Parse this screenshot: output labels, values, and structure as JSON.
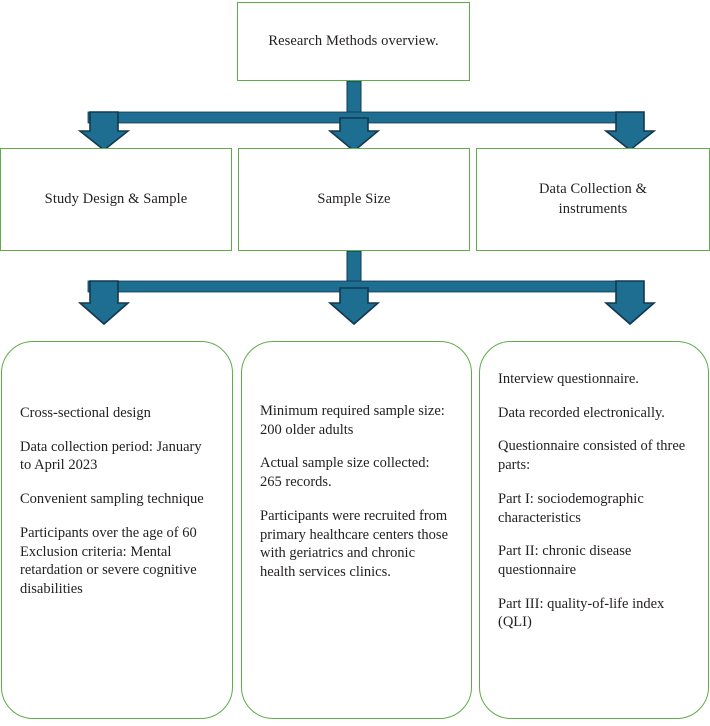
{
  "diagram": {
    "title": "Research Methods overview.",
    "palette": {
      "box_border_green": "#5fac4a",
      "connector_fill": "#1d6e91",
      "connector_stroke": "#13384f",
      "text": "#231f20",
      "background": "#ffffff"
    },
    "top_node": {
      "label": "Research Methods overview."
    },
    "mid_nodes": [
      {
        "label": "Study Design & Sample"
      },
      {
        "label": "Sample Size"
      },
      {
        "label": "Data Collection &\ninstruments"
      }
    ],
    "bottom_nodes": [
      {
        "name": "study-design-details",
        "paragraphs": [
          "Cross-sectional design",
          "Data collection period: January to April 2023",
          "Convenient sampling technique",
          "Participants over the age of 60",
          "Exclusion criteria: Mental retardation or severe cognitive disabilities"
        ]
      },
      {
        "name": "sample-size-details",
        "paragraphs": [
          "Minimum required sample size: 200 older adults",
          "Actual sample size collected: 265 records.",
          "Participants were recruited from primary healthcare centers those with geriatrics and chronic health services clinics."
        ]
      },
      {
        "name": "data-collection-details",
        "paragraphs": [
          "Interview questionnaire.",
          "Data recorded electronically.",
          "Questionnaire consisted of three parts:",
          "Part I: sociodemographic characteristics",
          "Part II: chronic disease questionnaire",
          "Part III: quality-of-life index (QLI)"
        ]
      }
    ],
    "connectors": [
      {
        "name": "top-to-mid-bus",
        "from": "Research Methods overview.",
        "to": [
          "Study Design & Sample",
          "Sample Size",
          "Data Collection & instruments"
        ]
      },
      {
        "name": "mid-to-bottom-bus",
        "from": [
          "Study Design & Sample",
          "Sample Size",
          "Data Collection & instruments"
        ],
        "to": [
          "study-design-details",
          "sample-size-details",
          "data-collection-details"
        ]
      }
    ]
  }
}
